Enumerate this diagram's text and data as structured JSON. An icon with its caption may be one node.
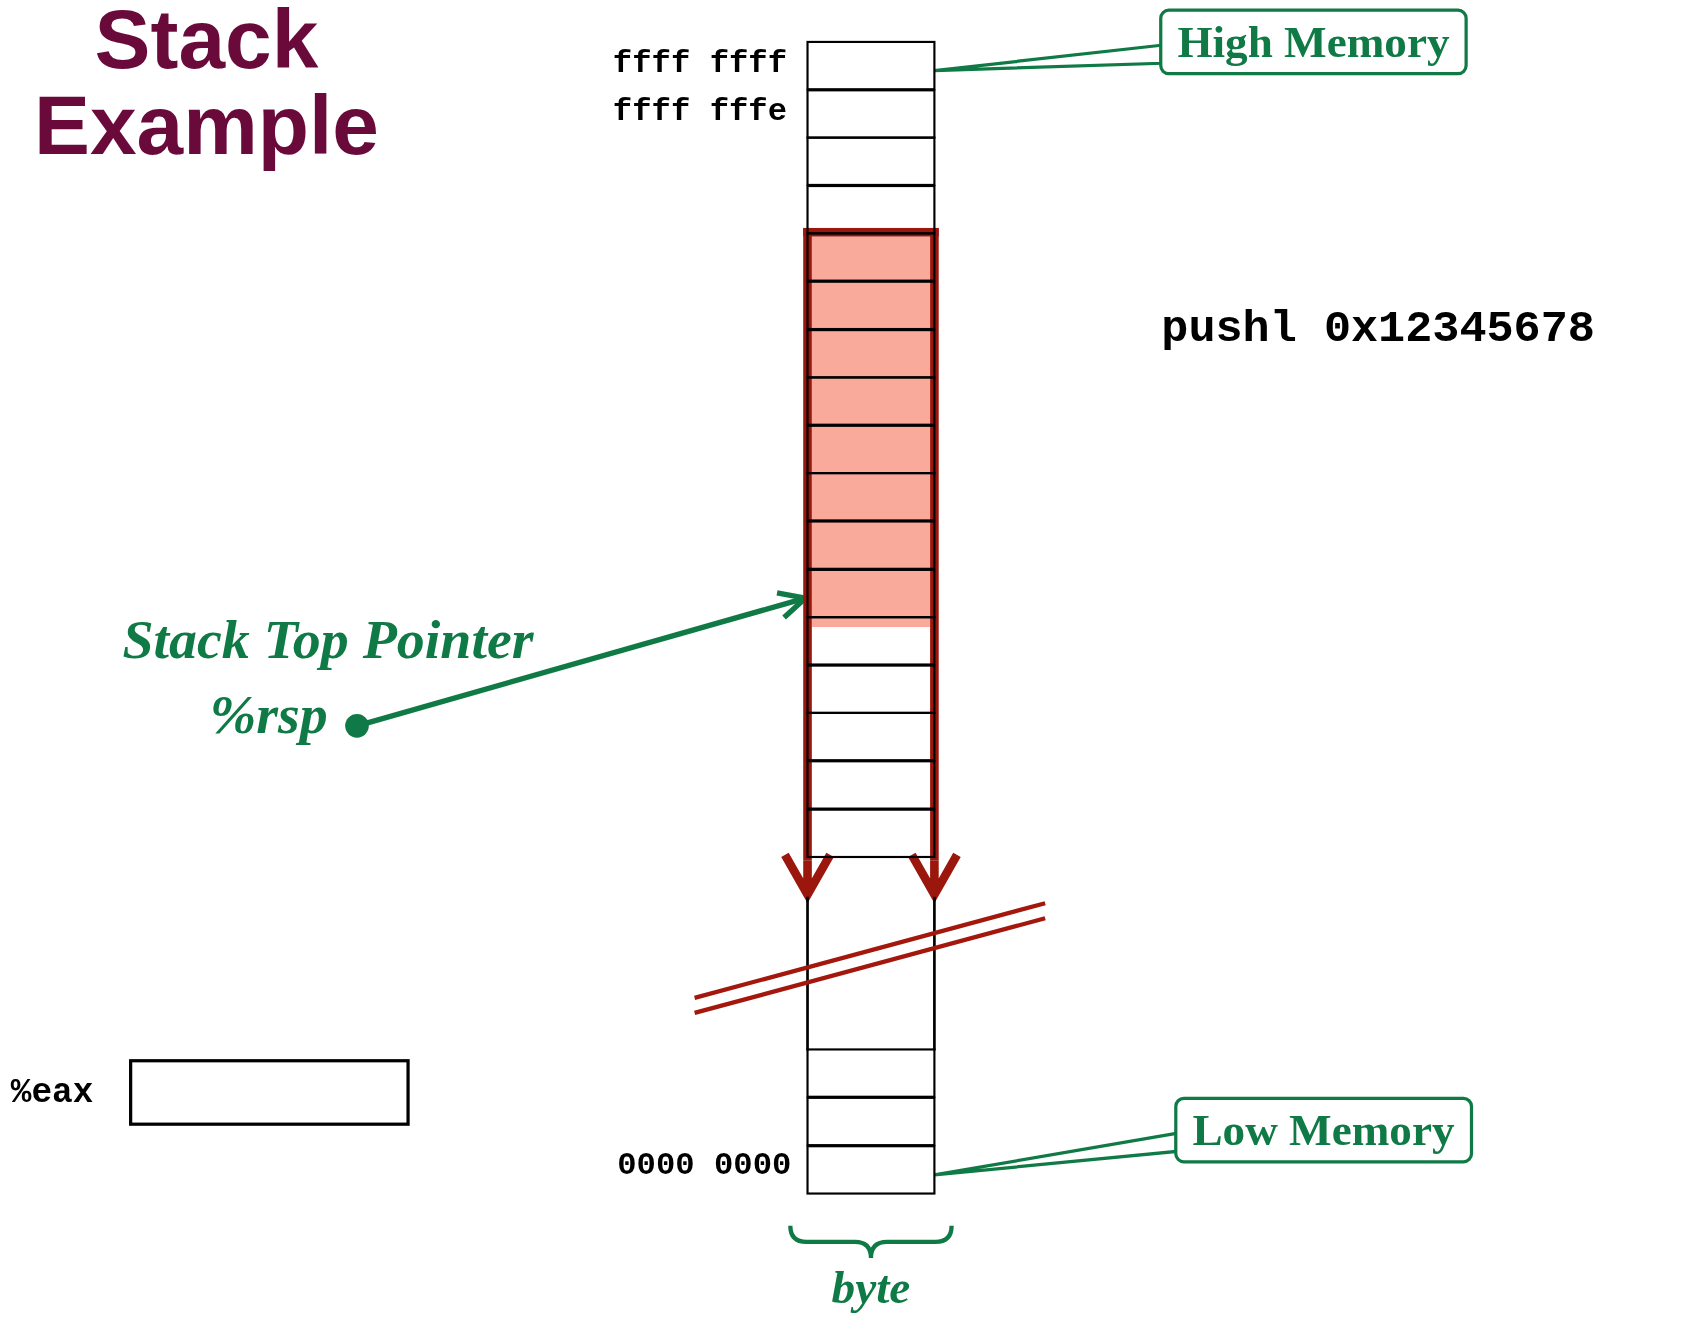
{
  "diagram": {
    "title": "Stack Example",
    "nodes": [
      {
        "text": [
          "High Memory"
        ]
      },
      {
        "text": [],
        "shape": "box",
        "beside": [
          "ffff ffff"
        ]
      },
      {
        "text": [],
        "shape": "box"
      },
      {
        "text": [
          "Stack Top Pointer",
          "%rsp"
        ]
      },
      {
        "text": [],
        "shape": "box",
        "beside": [
          "%eax"
        ]
      },
      {
        "text": [],
        "shape": "box",
        "beside": [
          "0000 0000"
        ]
      },
      {
        "text": [
          "Low Memory"
        ]
      }
    ],
    "edges": [
      {
        "from": 0,
        "to": 1,
        "arrow": "none"
      },
      {
        "from": 3,
        "to": 2,
        "arrow": "to"
      },
      {
        "from": 6,
        "to": 5,
        "arrow": "none"
      }
    ],
    "labels": [
      "ffff fffe",
      "pushl 0x12345678",
      "byte"
    ]
  }
}
